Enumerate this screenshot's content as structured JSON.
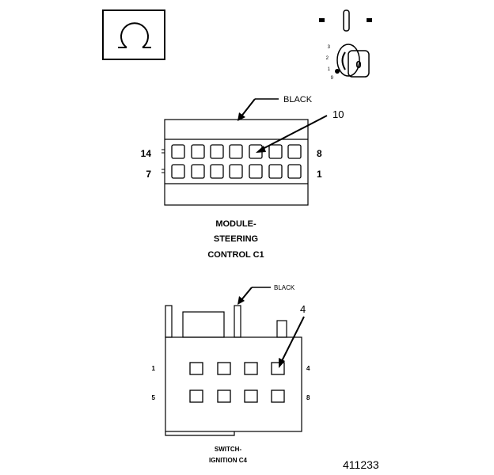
{
  "top_connector": {
    "color_callout": "BLACK",
    "cavity_callout": "10",
    "pin_left_top": "14",
    "pin_left_bottom": "7",
    "pin_right_top": "8",
    "pin_right_bottom": "1",
    "title_line1": "MODULE-",
    "title_line2": "STEERING",
    "title_line3": "CONTROL C1"
  },
  "bottom_connector": {
    "color_callout": "BLACK",
    "cavity_callout": "4",
    "pin_left_top": "1",
    "pin_left_bottom": "5",
    "pin_right_top": "4",
    "pin_right_bottom": "8",
    "title_line1": "SWITCH-",
    "title_line2": "IGNITION C4"
  },
  "ignition_positions": [
    "3",
    "2",
    "1",
    "9"
  ],
  "ignition_key_label": "0",
  "figure_number": "411233",
  "icons": [
    "horn-symbol-icon",
    "ignition-key-icon"
  ]
}
